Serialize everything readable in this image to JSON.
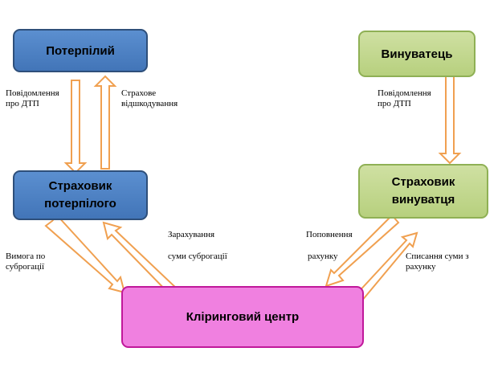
{
  "boxes": {
    "victim": "Потерпілий",
    "culprit": "Винуватець",
    "victim_insurer": "Страховик\nпотерпілого",
    "culprit_insurer": "Страховик\nвинуватця",
    "clearing": "Кліринговий центр"
  },
  "labels": {
    "victim_notice": "Повідомлення\nпро ДТП",
    "compensation": "Страхове\nвідшкодування",
    "culprit_notice": "Повідомлення\nпро ДТП",
    "subrogation_claim": "Вимога по\nсуброгації",
    "crediting_1": "Зарахування",
    "crediting_2": "суми суброгації",
    "topup_1": "Поповнення",
    "topup_2": "рахунку",
    "writeoff": "Списання  суми з\nрахунку"
  },
  "colors": {
    "arrow_stroke": "#f0a050",
    "blue_box": "#4f81bd",
    "green_box": "#c3d69b",
    "pink_box": "#f080e0"
  }
}
